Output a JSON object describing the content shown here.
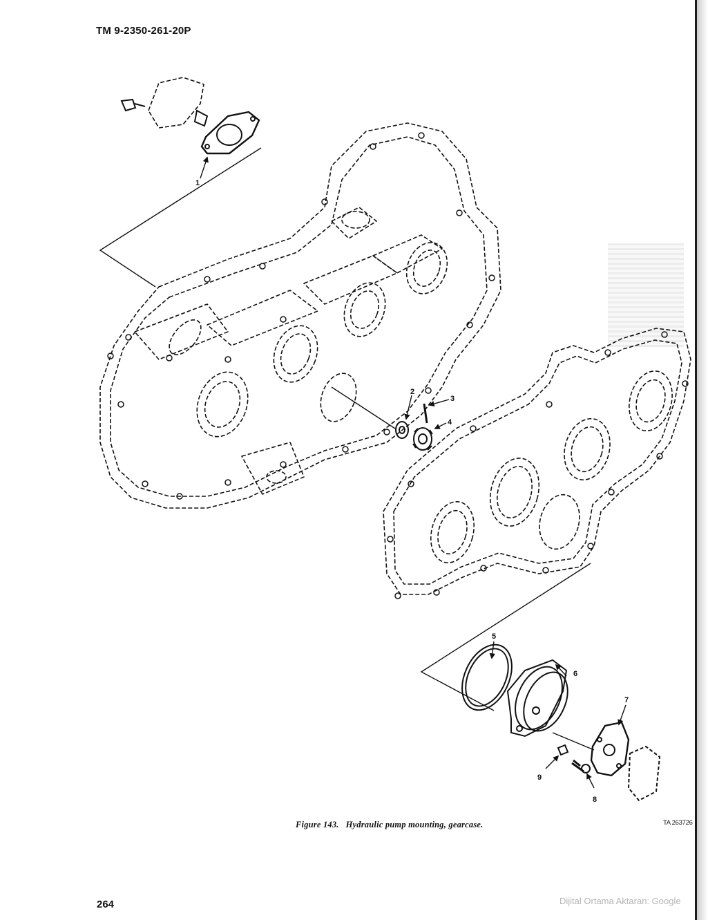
{
  "header": {
    "tm_number": "TM 9-2350-261-20P"
  },
  "figure": {
    "label": "Figure 143.",
    "title": "Hydraulic pump mounting, gearcase.",
    "ta_number": "TA 263726",
    "callouts": [
      "1",
      "2",
      "3",
      "4",
      "5",
      "6",
      "7",
      "8",
      "9"
    ]
  },
  "footer": {
    "page_number": "264",
    "digitizer": "Dijital Ortama Aktaran: Google"
  }
}
